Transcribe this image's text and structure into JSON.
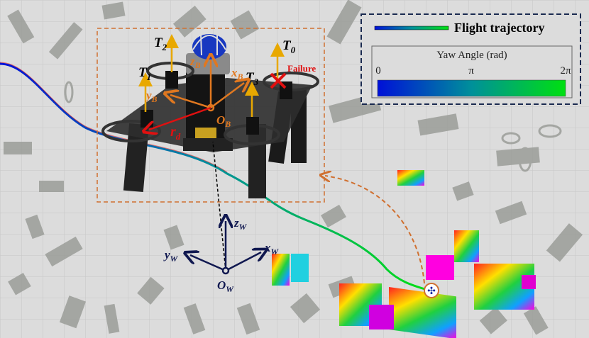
{
  "legend": {
    "trajectory_label": "Flight trajectory",
    "colorbar_title": "Yaw Angle (rad)",
    "ticks": [
      "0",
      "π",
      "2π"
    ],
    "colormap": [
      "#0010d8",
      "#00e010"
    ]
  },
  "drone": {
    "thrusts": [
      {
        "main": "T",
        "sub": "0"
      },
      {
        "main": "T",
        "sub": "1"
      },
      {
        "main": "T",
        "sub": "2"
      },
      {
        "main": "T",
        "sub": "3"
      }
    ],
    "failure_label": "Failure",
    "body_axes": {
      "x": {
        "main": "x",
        "sub": "B"
      },
      "y": {
        "main": "y",
        "sub": "B"
      },
      "z": {
        "main": "z",
        "sub": "B"
      },
      "origin": {
        "main": "O",
        "sub": "B"
      }
    },
    "arm_label": {
      "main": "r",
      "sub": "d"
    }
  },
  "world_axes": {
    "x": {
      "main": "x",
      "sub": "W"
    },
    "y": {
      "main": "y",
      "sub": "W"
    },
    "z": {
      "main": "z",
      "sub": "W"
    },
    "origin": {
      "main": "O",
      "sub": "W"
    }
  },
  "colors": {
    "thrust": "#e8a800",
    "body_axes": "#e07820",
    "failure": "#e01010",
    "world_axes": "#101850",
    "frame_box": "#d07030",
    "legend_box": "#1a2a50"
  }
}
